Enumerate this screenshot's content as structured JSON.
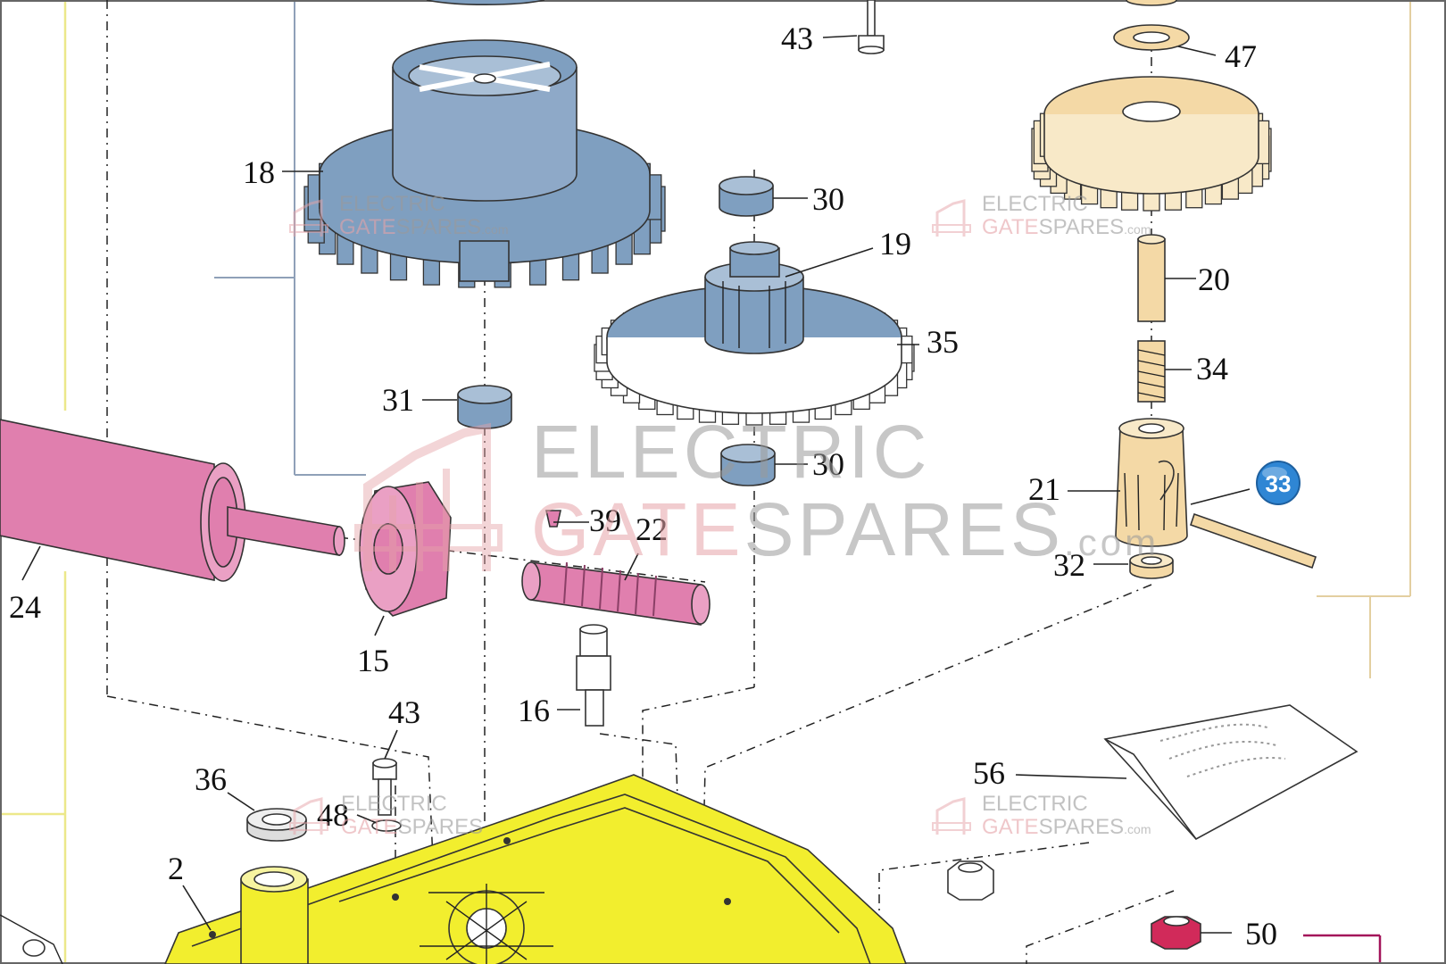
{
  "parts": [
    {
      "id": "p43a",
      "label": "43"
    },
    {
      "id": "p47",
      "label": "47"
    },
    {
      "id": "p18",
      "label": "18"
    },
    {
      "id": "p30a",
      "label": "30"
    },
    {
      "id": "p19",
      "label": "19"
    },
    {
      "id": "p20",
      "label": "20"
    },
    {
      "id": "p35",
      "label": "35"
    },
    {
      "id": "p34",
      "label": "34"
    },
    {
      "id": "p31",
      "label": "31"
    },
    {
      "id": "p30b",
      "label": "30"
    },
    {
      "id": "p21",
      "label": "21"
    },
    {
      "id": "p33",
      "label": "33"
    },
    {
      "id": "p39",
      "label": "39"
    },
    {
      "id": "p22",
      "label": "22"
    },
    {
      "id": "p32",
      "label": "32"
    },
    {
      "id": "p24",
      "label": "24"
    },
    {
      "id": "p15",
      "label": "15"
    },
    {
      "id": "p16",
      "label": "16"
    },
    {
      "id": "p43b",
      "label": "43"
    },
    {
      "id": "p56",
      "label": "56"
    },
    {
      "id": "p36",
      "label": "36"
    },
    {
      "id": "p48",
      "label": "48"
    },
    {
      "id": "p2",
      "label": "2"
    },
    {
      "id": "p50",
      "label": "50"
    }
  ],
  "watermark": {
    "line1": "ELECTRIC",
    "line2_a": "GATE",
    "line2_b": "SPARES",
    "suffix": ".com"
  },
  "colors": {
    "gear_blue": "#7f9fc0",
    "gear_cream": "#f4d9a6",
    "motor_pink": "#e07fae",
    "base_yellow": "#f2ee2e",
    "badge_blue": "#2f86d4",
    "watermark_red": "#e6a3a8",
    "watermark_gray": "#9a9a9a",
    "frame_yellow": "#ece88a",
    "frame_tan": "#e3cfa0",
    "frame_magenta": "#a3145a"
  }
}
